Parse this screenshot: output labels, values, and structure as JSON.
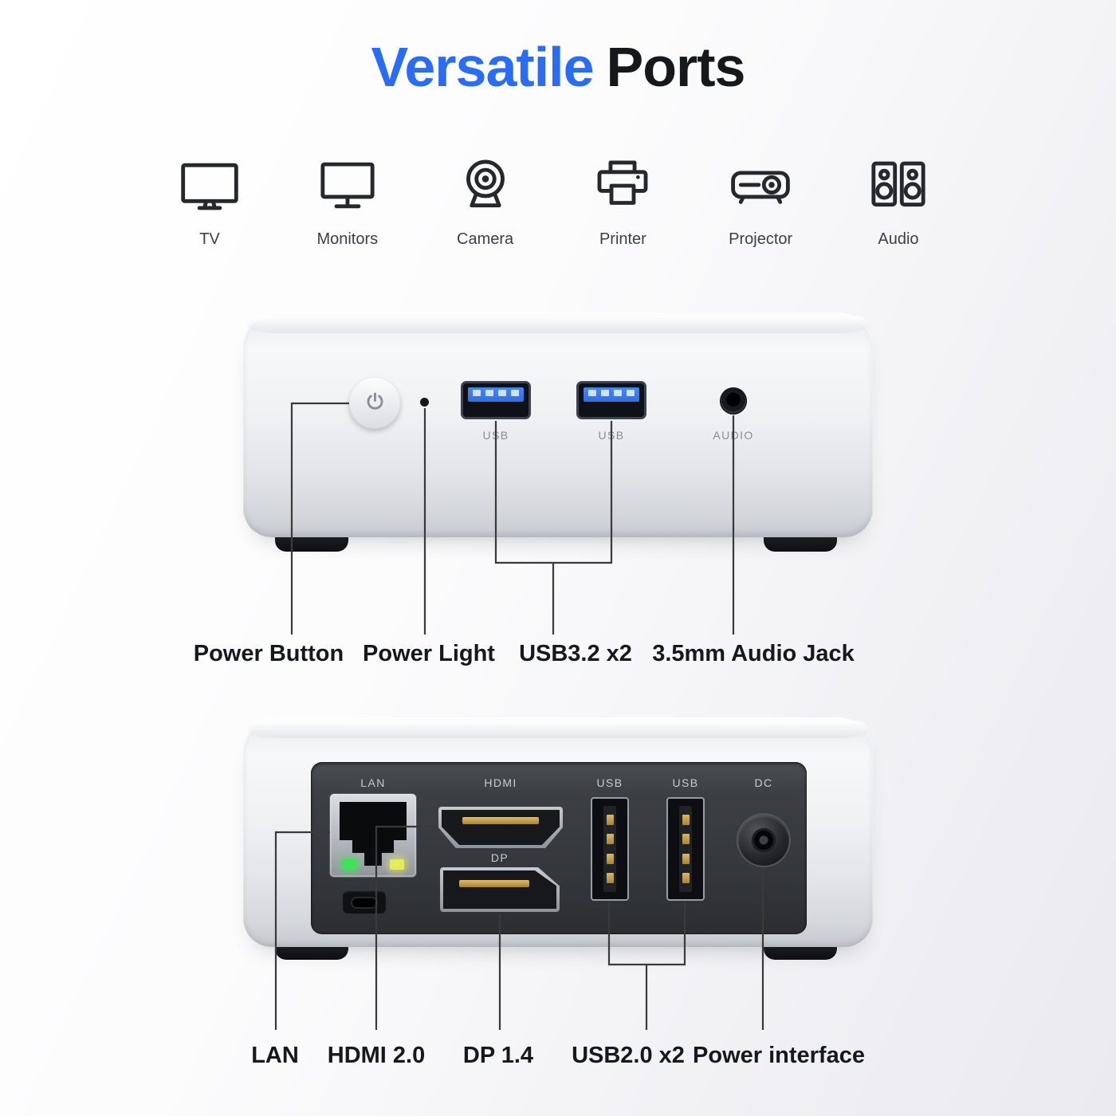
{
  "title": {
    "highlight": "Versatile",
    "rest": "Ports"
  },
  "colors": {
    "accent": "#2a6df4",
    "text": "#16181c",
    "line": "#3a3a3a",
    "usb_blue": "#2f6fe0",
    "led_green": "#3fe257",
    "led_yellow": "#e4ec5c"
  },
  "device_icons": [
    {
      "id": "tv",
      "label": "TV"
    },
    {
      "id": "monitors",
      "label": "Monitors"
    },
    {
      "id": "camera",
      "label": "Camera"
    },
    {
      "id": "printer",
      "label": "Printer"
    },
    {
      "id": "projector",
      "label": "Projector"
    },
    {
      "id": "audio",
      "label": "Audio"
    }
  ],
  "front_view": {
    "port_labels": {
      "usb1": "USB",
      "usb2": "USB",
      "audio": "AUDIO"
    },
    "callouts": {
      "power_button": "Power Button",
      "power_light": "Power Light",
      "usb": "USB3.2 x2",
      "audio_jack": "3.5mm Audio Jack"
    }
  },
  "rear_view": {
    "port_labels": {
      "lan": "LAN",
      "hdmi": "HDMI",
      "dp": "DP",
      "usb1": "USB",
      "usb2": "USB",
      "dc": "DC"
    },
    "callouts": {
      "lan": "LAN",
      "hdmi": "HDMI 2.0",
      "dp": "DP 1.4",
      "usb": "USB2.0 x2",
      "power": "Power interface"
    }
  }
}
